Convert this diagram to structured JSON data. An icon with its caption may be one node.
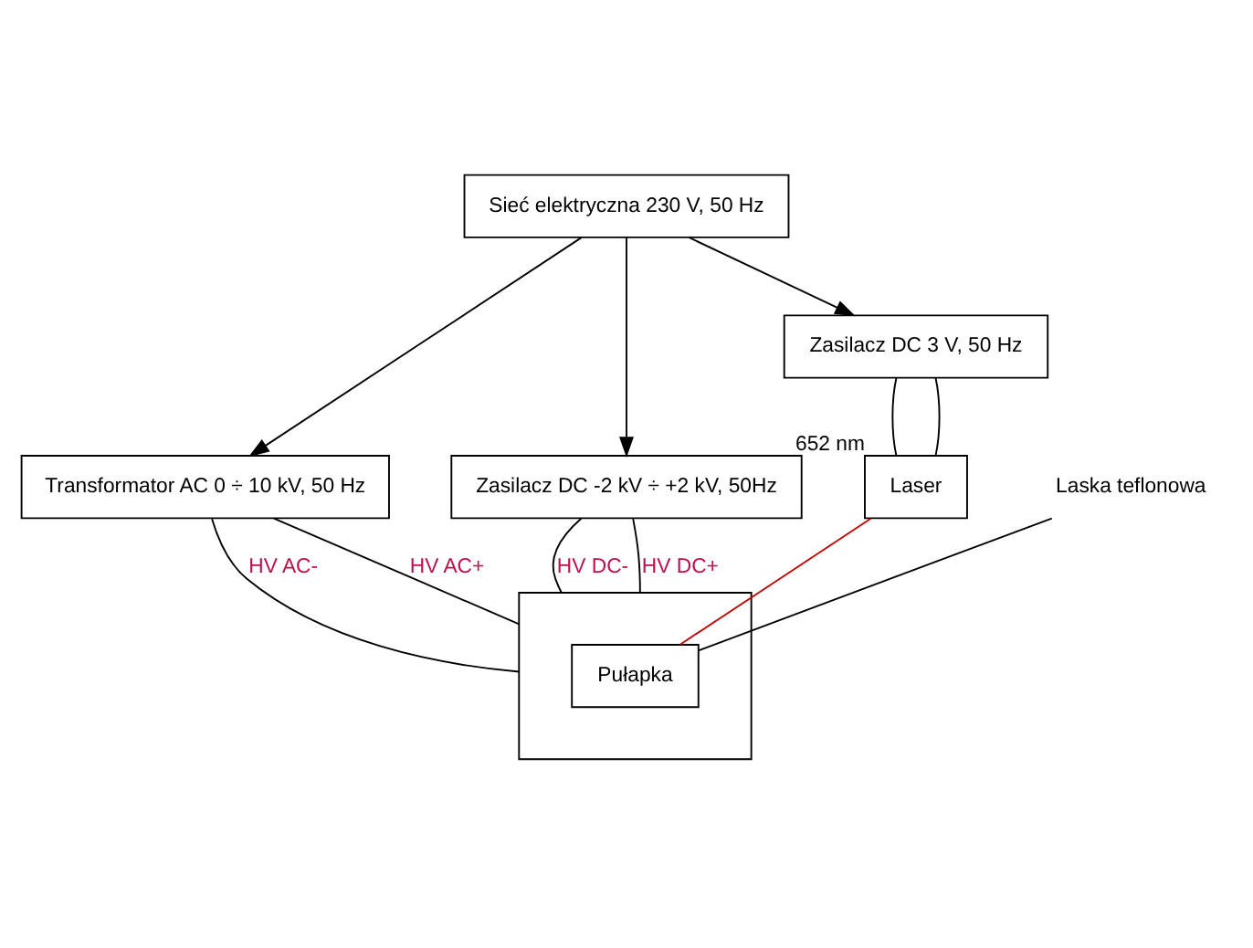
{
  "diagram": {
    "nodes": [
      {
        "text": [
          "Sieć elektryczna 230 V, 50 Hz"
        ]
      },
      {
        "text": [
          "Transformator AC 0 ÷ 10 kV, 50 Hz"
        ]
      },
      {
        "text": [
          "Zasilacz DC -2 kV ÷ +2 kV, 50Hz"
        ]
      },
      {
        "text": [
          "Zasilacz DC 3 V, 50 Hz"
        ]
      },
      {
        "text": [
          "Laser"
        ],
        "beside": [
          "652 nm"
        ]
      },
      {
        "text": [],
        "shape": "box"
      },
      {
        "text": [
          "Pułapka"
        ],
        "in": 5
      },
      {
        "text": [
          "Laska teflonowa"
        ]
      }
    ],
    "edges": [
      {
        "from": 0,
        "to": 1,
        "arrow": "to"
      },
      {
        "from": 0,
        "to": 2,
        "arrow": "to"
      },
      {
        "from": 0,
        "to": 3,
        "arrow": "to"
      },
      {
        "from": 3,
        "to": 4,
        "arrow": "none"
      },
      {
        "from": 3,
        "to": 4,
        "arrow": "none"
      },
      {
        "from": 2,
        "to": 5,
        "arrow": "none",
        "label": "HV DC-"
      },
      {
        "from": 2,
        "to": 5,
        "arrow": "none",
        "label": "HV DC+"
      },
      {
        "from": 1,
        "to": 5,
        "arrow": "none",
        "label": "HV AC-"
      },
      {
        "from": 1,
        "to": 5,
        "arrow": "none",
        "label": "HV AC+"
      },
      {
        "from": 4,
        "to": 6,
        "arrow": "none",
        "color": "#c00000"
      },
      {
        "from": 7,
        "to": 6,
        "arrow": "none"
      }
    ]
  }
}
